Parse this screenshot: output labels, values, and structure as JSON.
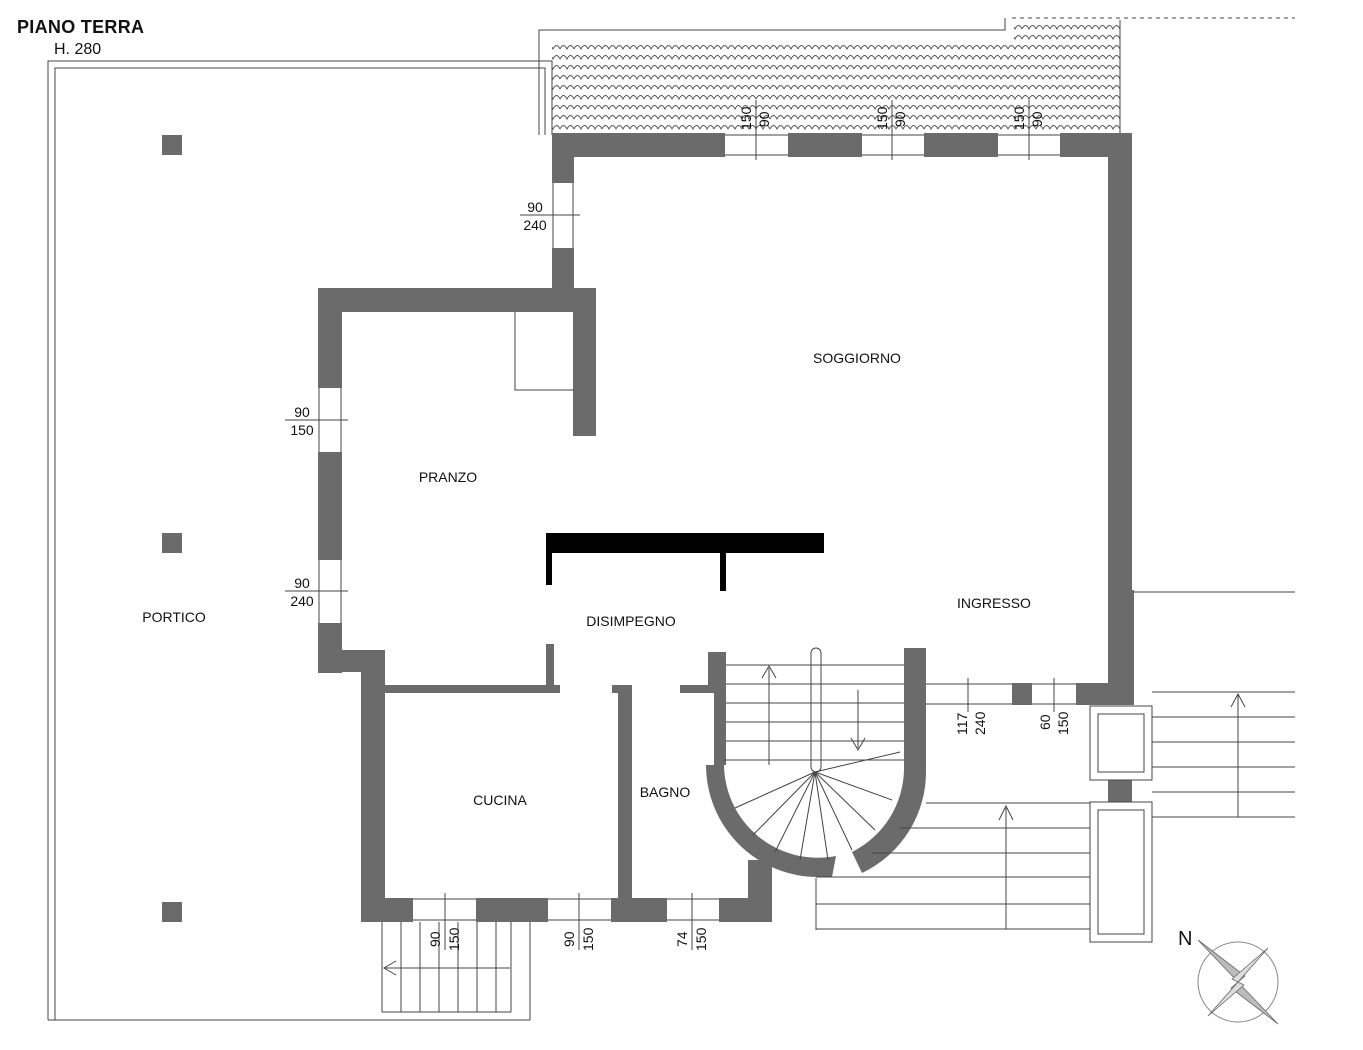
{
  "plan": {
    "title": "PIANO TERRA",
    "height": "H. 280",
    "north": "N"
  },
  "rooms": {
    "portico": "PORTICO",
    "pranzo": "PRANZO",
    "soggiorno": "SOGGIORNO",
    "disimpegno": "DISIMPEGNO",
    "ingresso": "INGRESSO",
    "cucina": "CUCINA",
    "bagno": "BAGNO"
  },
  "openings": [
    {
      "id": "north-1",
      "width": "150",
      "height": "90"
    },
    {
      "id": "north-2",
      "width": "150",
      "height": "90"
    },
    {
      "id": "north-3",
      "width": "150",
      "height": "90"
    },
    {
      "id": "soggiorno-west",
      "width": "90",
      "height": "240"
    },
    {
      "id": "pranzo-upper",
      "width": "90",
      "height": "150"
    },
    {
      "id": "pranzo-lower",
      "width": "90",
      "height": "240"
    },
    {
      "id": "ingresso-door",
      "width": "117",
      "height": "240"
    },
    {
      "id": "ingresso-window",
      "width": "60",
      "height": "150"
    },
    {
      "id": "cucina-west",
      "width": "90",
      "height": "150"
    },
    {
      "id": "cucina-east",
      "width": "90",
      "height": "150"
    },
    {
      "id": "bagno",
      "width": "74",
      "height": "150"
    }
  ]
}
